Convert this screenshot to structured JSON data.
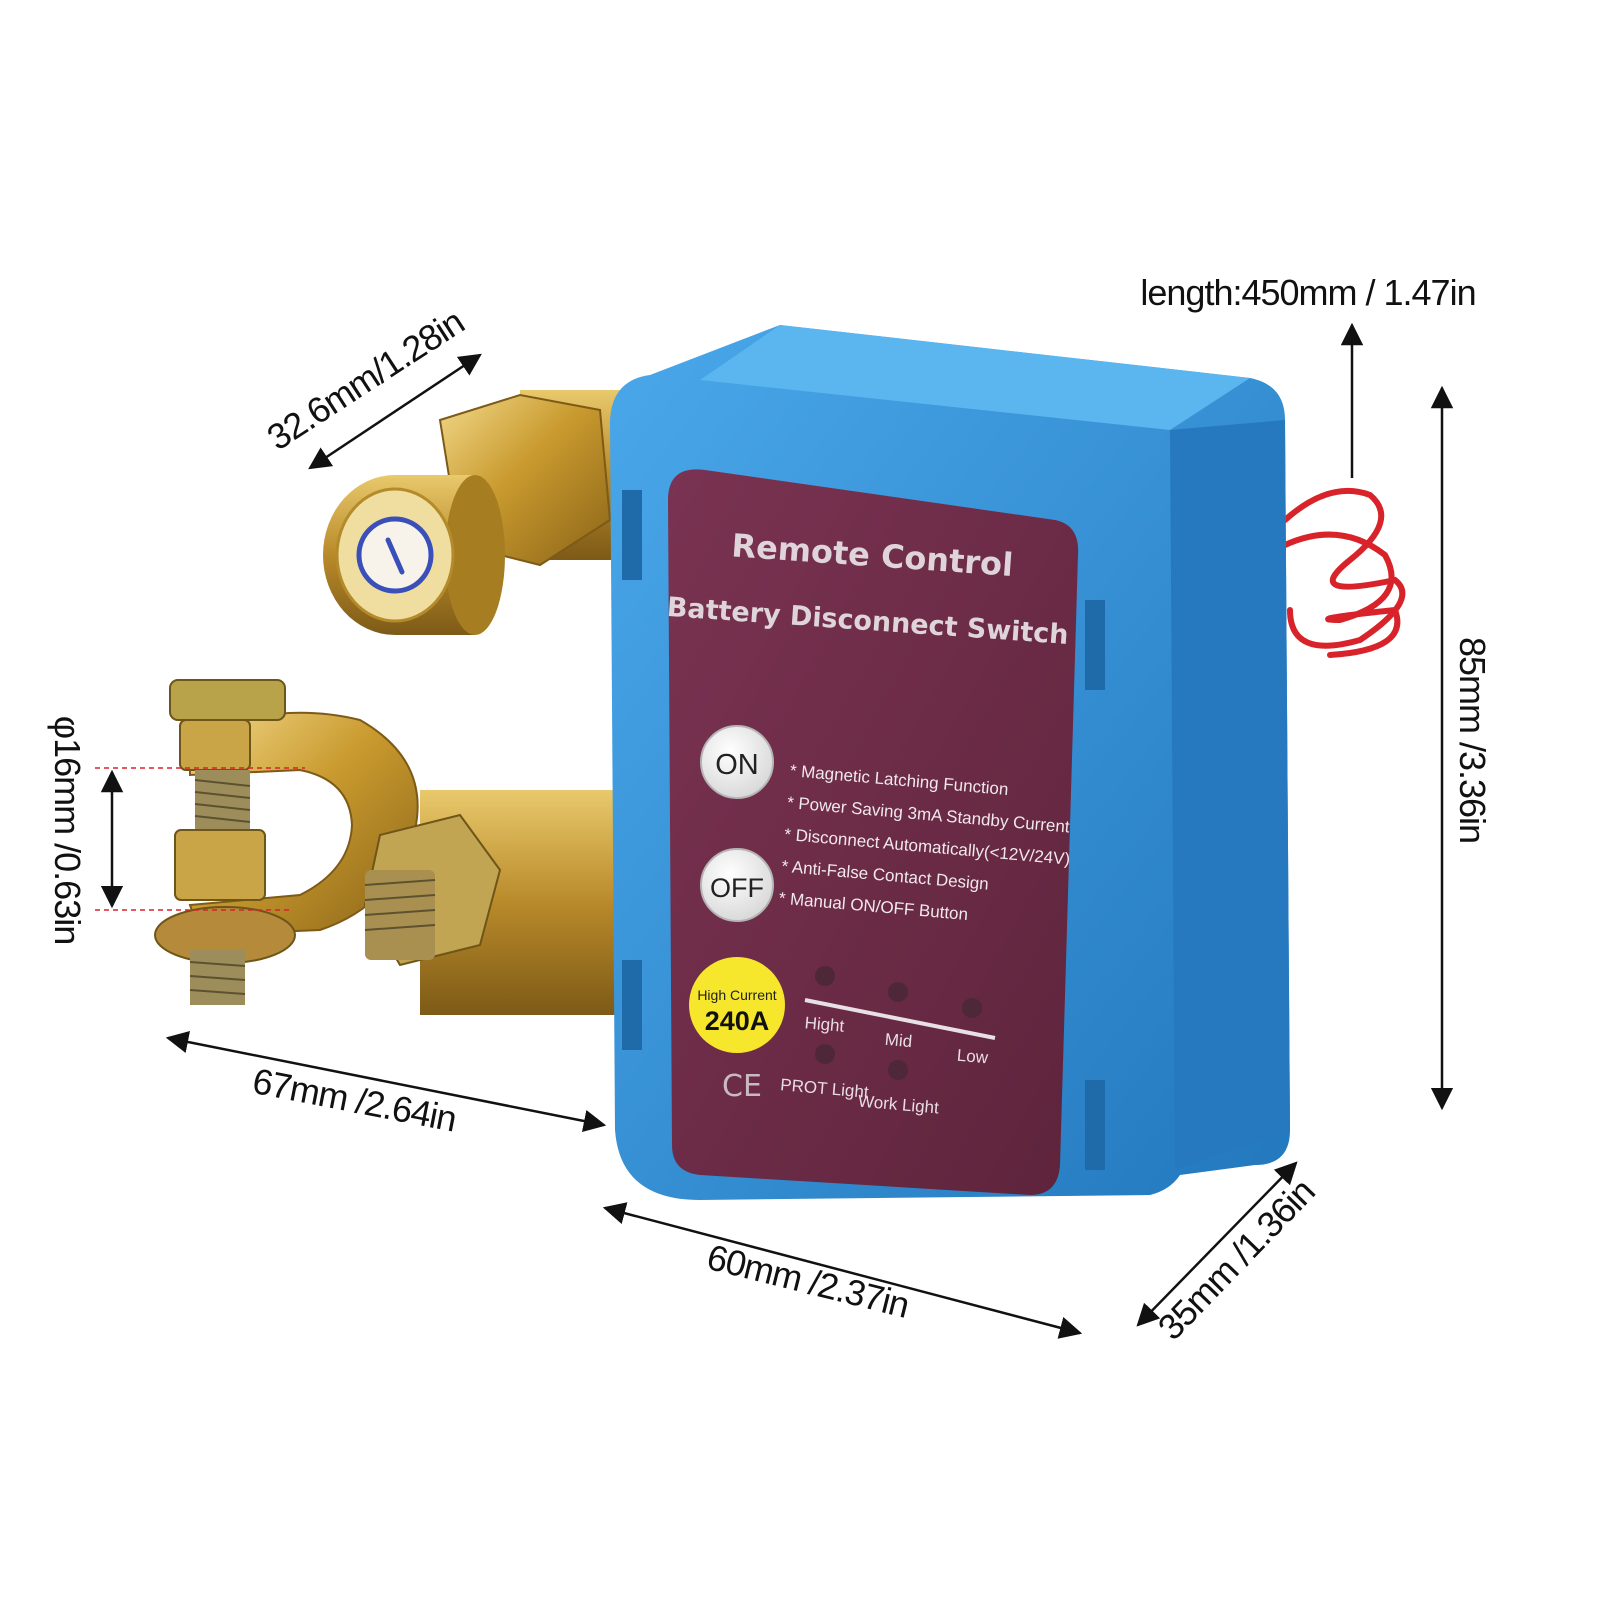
{
  "dimensions": {
    "wire_length": "length:450mm / 1.47in",
    "cap_length": "32.6mm/1.28in",
    "height": "85mm /3.36in",
    "clamp_diameter": "φ16mm /0.63in",
    "terminal_length": "67mm /2.64in",
    "box_width": "60mm /2.37in",
    "box_depth": "35mm /1.36in"
  },
  "label": {
    "title_line1": "Remote Control",
    "title_line2": "Battery Disconnect Switch",
    "on_button": "ON",
    "off_button": "OFF",
    "features": [
      "* Magnetic Latching Function",
      "* Power Saving 3mA Standby Current",
      "* Disconnect Automatically(<12V/24V)",
      "* Anti-False Contact Design",
      "* Manual ON/OFF Button"
    ],
    "badge_line1": "High Current",
    "badge_line2": "240A",
    "ce_mark": "CE",
    "level_high": "Hight",
    "level_mid": "Mid",
    "level_low": "Low",
    "prot_light": "PROT Light",
    "work_light": "Work Light"
  },
  "colors": {
    "housing": "#2f8fd4",
    "label_panel": "#6b2a45",
    "brass": "#c9a03a",
    "wire": "#d8232a"
  }
}
